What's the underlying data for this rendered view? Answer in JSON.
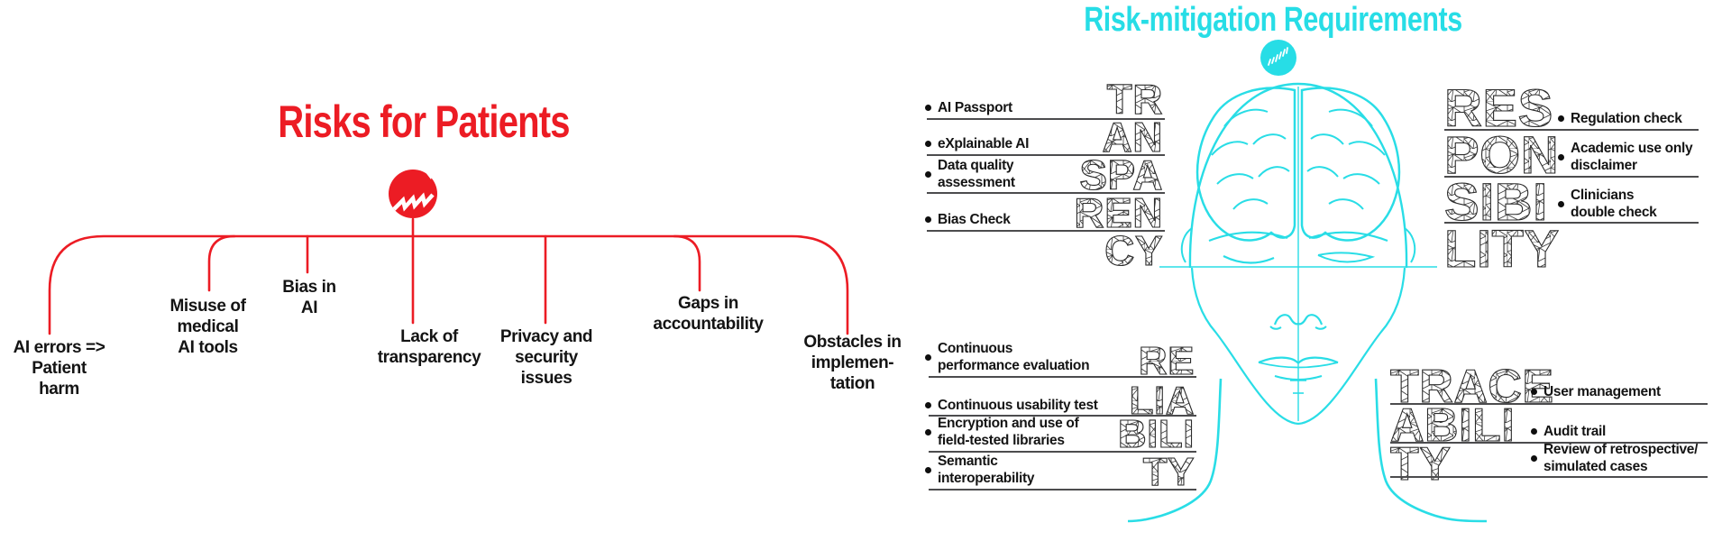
{
  "colors": {
    "risk_red": "#ec1c24",
    "mitigation_cyan": "#27dde6",
    "ink_black": "#141414",
    "rule_gray": "#4c4c4e"
  },
  "risks": {
    "title": "Risks for Patients",
    "icon": "cracked-circle",
    "branches": [
      {
        "label": "AI errors =>\nPatient\nharm"
      },
      {
        "label": "Misuse of\nmedical\nAI tools"
      },
      {
        "label": "Bias in\nAI"
      },
      {
        "label": "Lack of\ntransparency"
      },
      {
        "label": "Privacy and\nsecurity\nissues"
      },
      {
        "label": "Gaps in\naccountability"
      },
      {
        "label": "Obstacles in\nimplemen-\ntation"
      }
    ]
  },
  "mitigation": {
    "title": "Risk-mitigation Requirements",
    "icon": "stitched-circle",
    "transparency": {
      "word": "TRANSPARENCY",
      "segments": [
        "TR",
        "AN",
        "SPA",
        "REN",
        "CY"
      ],
      "items": [
        "AI Passport",
        "eXplainable AI",
        "Data quality\nassessment",
        "Bias Check"
      ]
    },
    "responsibility": {
      "word": "RESPONSIBILITY",
      "segments": [
        "RES",
        "PON",
        "SIBI",
        "LITY"
      ],
      "items": [
        "Regulation check",
        "Academic use only\ndisclaimer",
        "Clinicians\ndouble check"
      ]
    },
    "reliability": {
      "word": "RELIABILITY",
      "segments": [
        "RE",
        "LIA",
        "BILI",
        "TY"
      ],
      "items": [
        "Continuous\nperformance evaluation",
        "Continuous usability test",
        "Encryption and use of\nfield-tested libraries",
        "Semantic\ninteroperability"
      ]
    },
    "traceability": {
      "word": "TRACEABILITY",
      "segments": [
        "TRACE",
        "ABILI",
        "TY"
      ],
      "items": [
        "User management",
        "Audit trail",
        "Review of retrospective/\nsimulated cases"
      ]
    }
  }
}
